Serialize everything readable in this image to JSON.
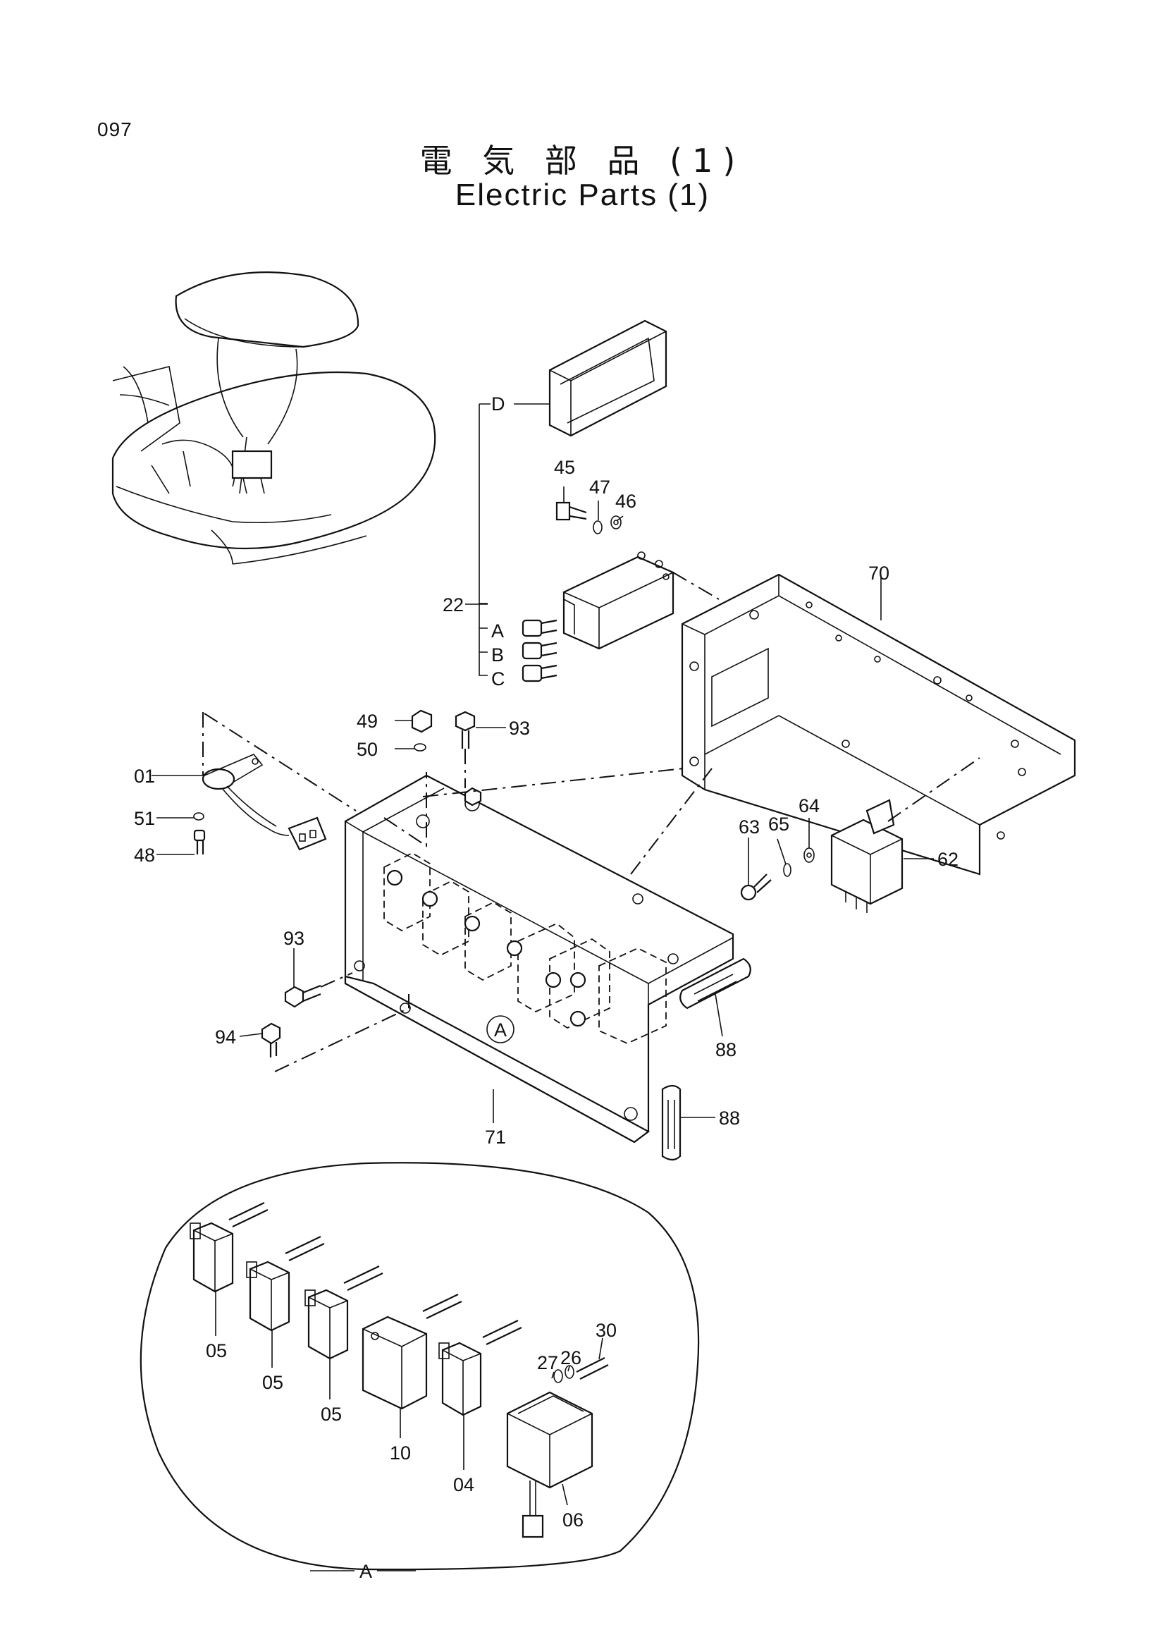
{
  "page_number": "097",
  "title_jp": "電 気 部 品 (1)",
  "title_en": "Electric Parts (1)",
  "callouts": {
    "c01": "01",
    "c04": "04",
    "c05a": "05",
    "c05b": "05",
    "c05c": "05",
    "c06": "06",
    "c10": "10",
    "c22": "22",
    "c26": "26",
    "c27": "27",
    "c30": "30",
    "c45": "45",
    "c46": "46",
    "c47": "47",
    "c48": "48",
    "c49": "49",
    "c50": "50",
    "c51": "51",
    "c62": "62",
    "c63": "63",
    "c64": "64",
    "c65": "65",
    "c70": "70",
    "c71": "71",
    "c88a": "88",
    "c88b": "88",
    "c93a": "93",
    "c93b": "93",
    "c94": "94",
    "kA": "A",
    "kB": "B",
    "kC": "C",
    "kD": "D",
    "detail_ref": "A",
    "detail_label": "A"
  }
}
